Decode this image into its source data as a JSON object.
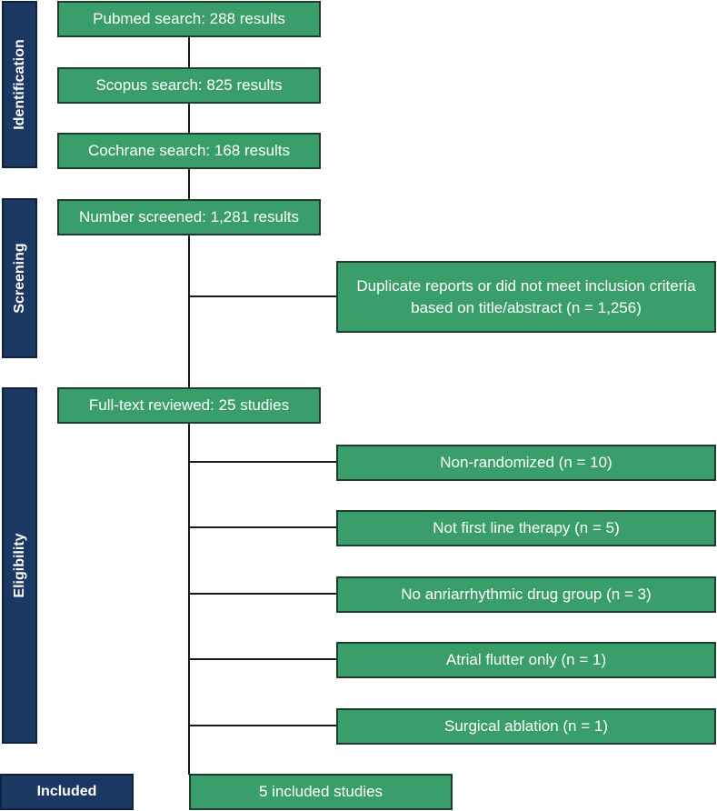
{
  "phases": {
    "identification": "Identification",
    "screening": "Screening",
    "eligibility": "Eligibility",
    "included": "Included"
  },
  "flow": {
    "pubmed": "Pubmed search: 288 results",
    "scopus": "Scopus search: 825 results",
    "cochrane": "Cochrane search: 168 results",
    "screened": "Number screened: 1,281 results",
    "fulltext": "Full-text reviewed: 25 studies",
    "included": "5 included studies"
  },
  "exclusions": {
    "screening_line1": "Duplicate reports or did not meet inclusion criteria",
    "screening_line2": "based on title/abstract (n = 1,256)",
    "non_randomized": "Non-randomized (n = 10)",
    "not_first_line": "Not first line therapy (n = 5)",
    "no_drug_group": "No anriarrhythmic drug group (n = 3)",
    "atrial_flutter": "Atrial flutter only (n = 1)",
    "surgical_ablation": "Surgical ablation (n = 1)"
  },
  "colors": {
    "phase_fill": "#1b3862",
    "box_fill": "#3a9e6a",
    "connector": "#1a1a1a"
  }
}
